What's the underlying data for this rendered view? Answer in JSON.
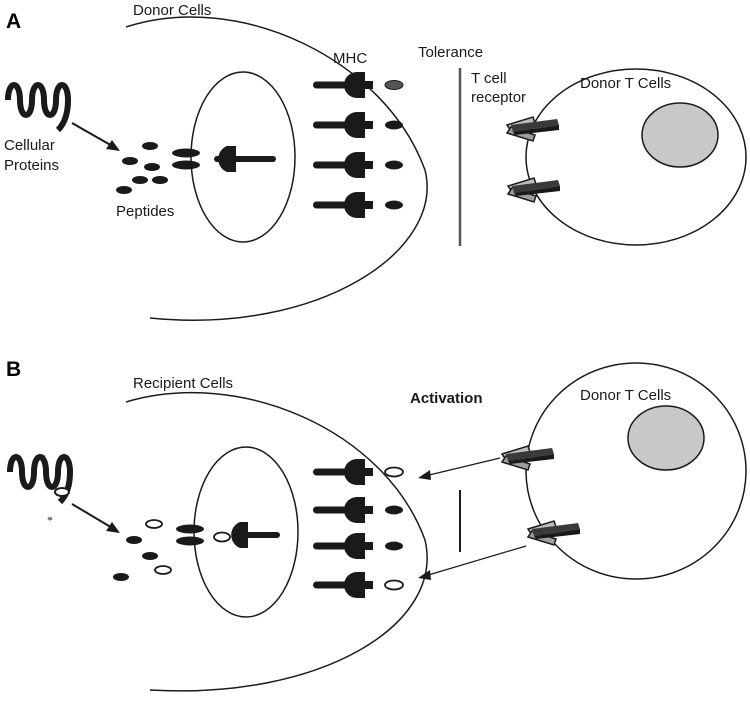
{
  "panel_a": {
    "letter": "A",
    "donor_cells": "Donor Cells",
    "mhc": "MHC",
    "tolerance": "Tolerance",
    "cellular_proteins_line1": "Cellular",
    "cellular_proteins_line2": "Proteins",
    "peptides": "Peptides",
    "tcr_line1": "T cell",
    "tcr_line2": "receptor",
    "donor_t_cells": "Donor T Cells"
  },
  "panel_b": {
    "letter": "B",
    "recipient_cells": "Recipient Cells",
    "activation": "Activation",
    "donor_t_cells": "Donor T Cells"
  },
  "colors": {
    "ink": "#1a1a1a",
    "nucleus_fill": "#c8c8c8",
    "receptor_fill": "#b9b9b9",
    "background": "#ffffff"
  }
}
